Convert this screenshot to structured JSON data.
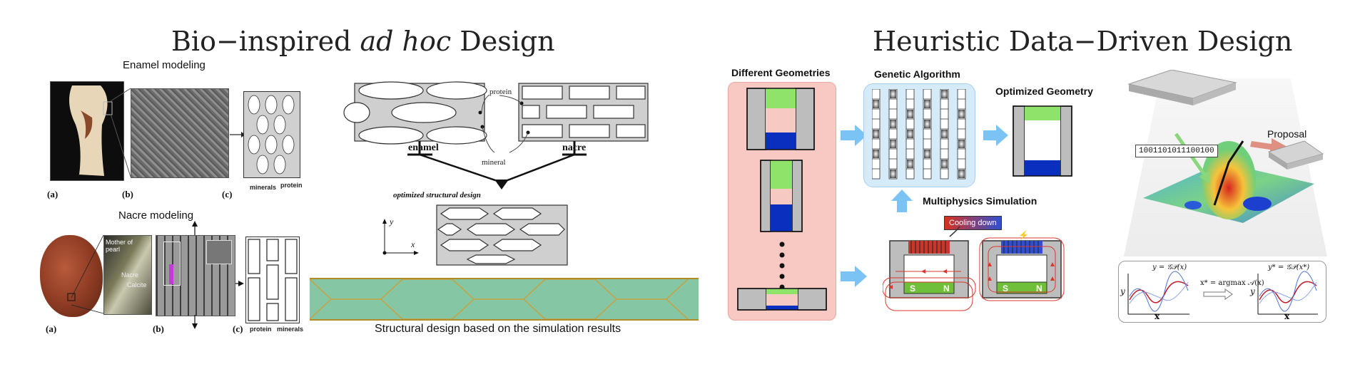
{
  "left": {
    "title_prefix": "Bio−inspired ",
    "title_italic": "ad hoc",
    "title_suffix": " Design",
    "enamel_label": "Enamel modeling",
    "nacre_label": "Nacre modeling",
    "enamel_panels": [
      "(a)",
      "(b)",
      "(c)"
    ],
    "nacre_panels": [
      "(a)",
      "(b)",
      "(c)"
    ],
    "enamel_c_labels": [
      "minerals",
      "protein"
    ],
    "nacre_c_labels": [
      "protein",
      "minerals"
    ],
    "nacre_photo_labels": [
      "Mother of pearl",
      "Nacre",
      "Calcite"
    ],
    "schematic": {
      "protein": "protein",
      "mineral": "mineral",
      "enamel": "enamel",
      "nacre": "nacre",
      "optimized": "optimized structural design",
      "axis_y": "y",
      "axis_x": "x"
    },
    "caption": "Structural design based on the simulation results"
  },
  "right": {
    "title": "Heuristic Data−Driven Design",
    "different_geometries": "Different Geometries",
    "genetic_algorithm": "Genetic Algorithm",
    "optimized_geometry": "Optimized Geometry",
    "multiphysics": "Multiphysics Simulation",
    "cooling_down": "Cooling down",
    "magnet_s": "S",
    "magnet_n": "N",
    "proposal": "Proposal",
    "binary": "1001101011100100",
    "gp_left": "y = 𝒢𝒫(x)",
    "gp_mid": "x* = argmax 𝒜(x)",
    "gp_right": "y* = 𝒢𝒫(x*)",
    "gp_axis_y": "y",
    "gp_axis_x": "x"
  },
  "colors": {
    "pink_panel": "#f8c9c3",
    "blue_panel": "#d6ebfa",
    "green": "#8fe36b",
    "blue": "#0a2fbf",
    "arrow_blue": "#7cc3f5"
  }
}
